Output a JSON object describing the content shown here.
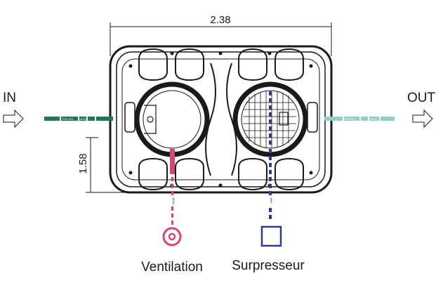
{
  "dimensions": {
    "width": "2.38",
    "height": "1.58"
  },
  "inlet": {
    "label": "IN",
    "pipe_tag": "PVC-EG",
    "size_tag": "Ø110",
    "color": "#1e7a55"
  },
  "outlet": {
    "label": "OUT",
    "pipe_tag": "PVC-EG",
    "size_tag": "Ø110",
    "color": "#8fcfc5"
  },
  "ventilation": {
    "label": "Ventilation",
    "color": "#d6457a",
    "pipe_tag": "Ø110"
  },
  "surpresseur": {
    "label": "Surpresseur",
    "color": "#2e3a8c",
    "pipe_tag": "Ø50"
  },
  "icons": {
    "inlet_arrow": "arrow-right-outline-icon",
    "outlet_arrow": "arrow-right-outline-icon",
    "ventilation": "concentric-circle-icon",
    "surpresseur": "square-box-icon"
  }
}
